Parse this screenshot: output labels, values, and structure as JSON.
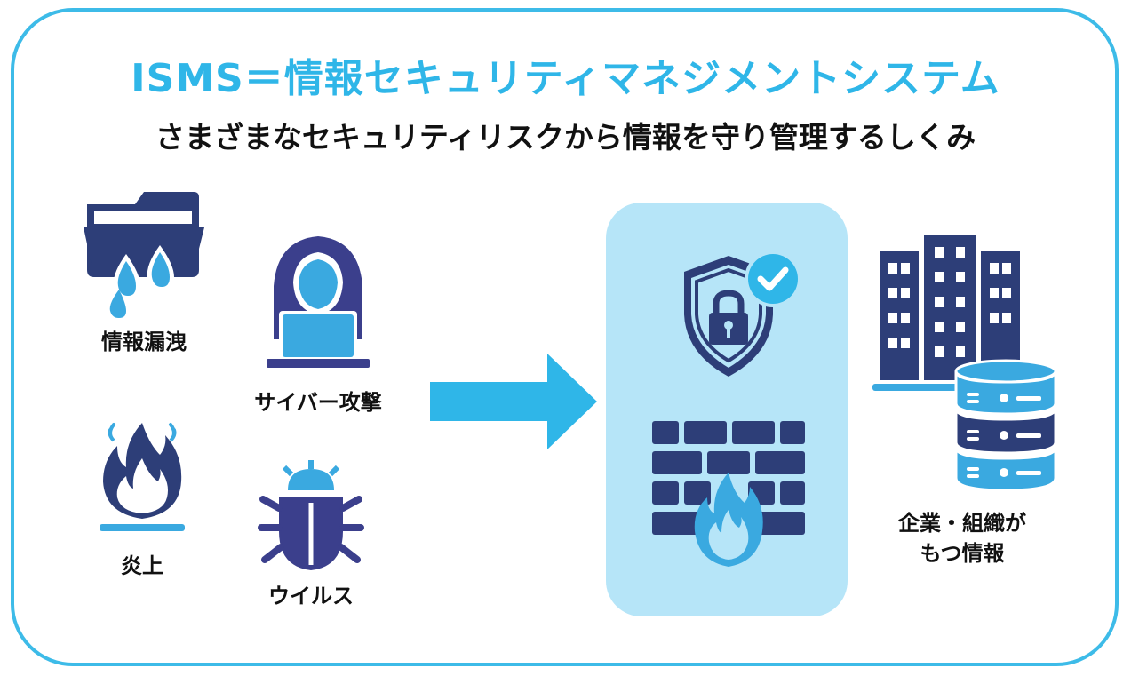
{
  "header": {
    "title": "ISMS＝情報セキュリティマネジメントシステム",
    "subtitle": "さまざまなセキュリティリスクから情報を守り管理するしくみ"
  },
  "risks": {
    "leak": "情報漏洩",
    "cyber": "サイバー攻撃",
    "flame": "炎上",
    "virus": "ウイルス"
  },
  "assets": {
    "line1": "企業・組織が",
    "line2": "もつ情報"
  },
  "colors": {
    "navy": "#2d3e78",
    "accent": "#2fb6e8",
    "panel": "#b6e5f8",
    "light": "#3aa9e0"
  }
}
